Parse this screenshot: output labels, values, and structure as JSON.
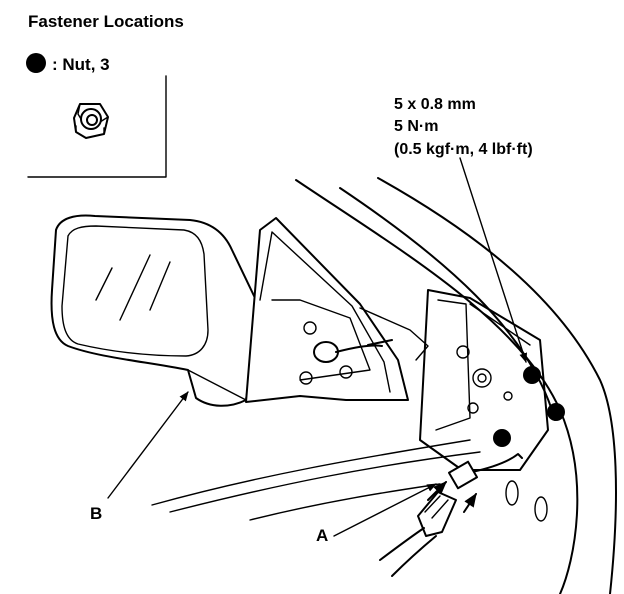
{
  "title": "Fastener Locations",
  "legend": {
    "symbol": "filled-circle",
    "label": ": Nut, 3"
  },
  "spec": {
    "size": "5 x 0.8 mm",
    "torque_nm": "5 N·m",
    "torque_alt": "(0.5 kgf·m, 4 lbf·ft)"
  },
  "callouts": {
    "a": "A",
    "b": "B"
  },
  "icons": [
    "nut-icon",
    "door-mirror",
    "door-panel",
    "connector-plug",
    "arrow-icon"
  ]
}
